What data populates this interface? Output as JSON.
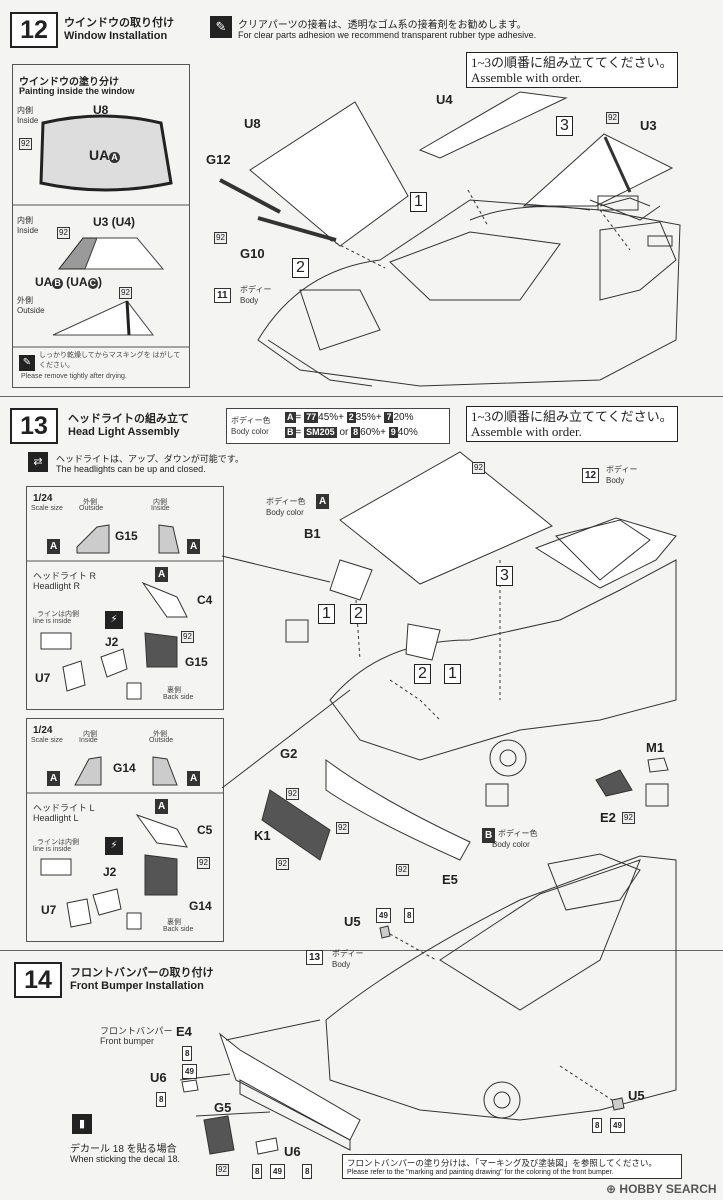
{
  "step12": {
    "number": "12",
    "title_ja": "ウインドウの取り付け",
    "title_en": "Window Installation",
    "note_ja": "クリアパーツの接着は、透明なゴム系の接着剤をお勧めします。",
    "note_en": "For clear parts adhesion we recommend transparent rubber type adhesive.",
    "order_ja": "1~3の順番に組み立ててください。",
    "order_en": "Assemble with order.",
    "paint_box": {
      "title_ja": "ウインドウの塗り分け",
      "title_en": "Painting inside the window",
      "inside_ja": "内側",
      "inside_en": "Inside",
      "outside_ja": "外側",
      "outside_en": "Outside",
      "u8": "U8",
      "uaa": "UA",
      "uaa_mark": "A",
      "u3u4": "U3 (U4)",
      "uab": "UA",
      "uab_mark": "B",
      "uac": "UA",
      "uac_mark": "C",
      "n92": "92",
      "mask_ja": "しっかり乾燥してからマスキングを はがしてください。",
      "mask_en": "Please remove tightly after drying."
    },
    "labels": {
      "u8": "U8",
      "u4": "U4",
      "u3": "U3",
      "g12": "G12",
      "g10": "G10",
      "n92": "92",
      "s1": "1",
      "s2": "2",
      "s3": "3",
      "body_no": "11",
      "body_ja": "ボディー",
      "body_en": "Body"
    }
  },
  "step13": {
    "number": "13",
    "title_ja": "ヘッドライトの組み立て",
    "title_en": "Head Light Assembly",
    "color_title_ja": "ボディー色",
    "color_title_en": "Body color",
    "color_a": [
      "A",
      "=",
      "77",
      "45%",
      "+",
      "2",
      "35%",
      "+",
      "7",
      "20%"
    ],
    "color_b": [
      "B",
      "=",
      "SM205",
      "or",
      "8",
      "60%",
      "+",
      "9",
      "40%"
    ],
    "order_ja": "1~3の順番に組み立ててください。",
    "order_en": "Assemble with order.",
    "headlight_note_ja": "ヘッドライトは、アップ、ダウンが可能です。",
    "headlight_note_en": "The headlights can be up and closed.",
    "box_r": {
      "scale": "1/24",
      "scale_en": "Scale size",
      "outside_ja": "外側",
      "outside_en": "Outside",
      "inside_ja": "内側",
      "inside_en": "Inside",
      "part": "G15",
      "a": "A",
      "hl_ja": "ヘッドライト R",
      "hl_en": "Headlight R",
      "line_ja": "ラインは内側",
      "line_en": "line is inside",
      "c4": "C4",
      "j2": "J2",
      "u7": "U7",
      "g15": "G15",
      "n92": "92",
      "back_ja": "裏側",
      "back_en": "Back side"
    },
    "box_l": {
      "scale": "1/24",
      "scale_en": "Scale size",
      "inside_ja": "内側",
      "inside_en": "Inside",
      "outside_ja": "外側",
      "outside_en": "Outside",
      "part": "G14",
      "a": "A",
      "hl_ja": "ヘッドライト L",
      "hl_en": "Headlight L",
      "line_ja": "ラインは内側",
      "line_en": "line is inside",
      "c5": "C5",
      "j2": "J2",
      "u7": "U7",
      "g14": "G14",
      "n92": "92",
      "back_ja": "裏側",
      "back_en": "Back side"
    },
    "labels": {
      "bodycolor_ja": "ボディー色",
      "bodycolor_en": "Body color",
      "a": "A",
      "b": "B",
      "b1": "B1",
      "n92": "92",
      "s1": "1",
      "s2": "2",
      "s3": "3",
      "body_no": "12",
      "body_ja": "ボディー",
      "body_en": "Body",
      "g2": "G2",
      "k1": "K1",
      "e5": "E5",
      "m1": "M1",
      "e2": "E2"
    }
  },
  "step14": {
    "number": "14",
    "title_ja": "フロントバンパーの取り付け",
    "title_en": "Front Bumper Installation",
    "labels": {
      "u5": "U5",
      "n49": "49",
      "n8": "8",
      "n92": "92",
      "body_no": "13",
      "body_ja": "ボディー",
      "body_en": "Body",
      "bumper_ja": "フロントバンパー",
      "bumper_en": "Front bumper",
      "e4": "E4",
      "u6": "U6",
      "g5": "G5",
      "decal_ja": "デカール 18 を貼る場合",
      "decal_en": "When sticking the decal 18.",
      "u5b": "U5",
      "u6b": "U6"
    },
    "bottom_note_ja": "フロントバンパーの塗り分けは、「マーキング及び塗装図」を参照してください。",
    "bottom_note_en": "Please refer to the \"marking and painting drawing\" for the coloring of the front bumper."
  },
  "watermark": "HOBBY SEARCH"
}
